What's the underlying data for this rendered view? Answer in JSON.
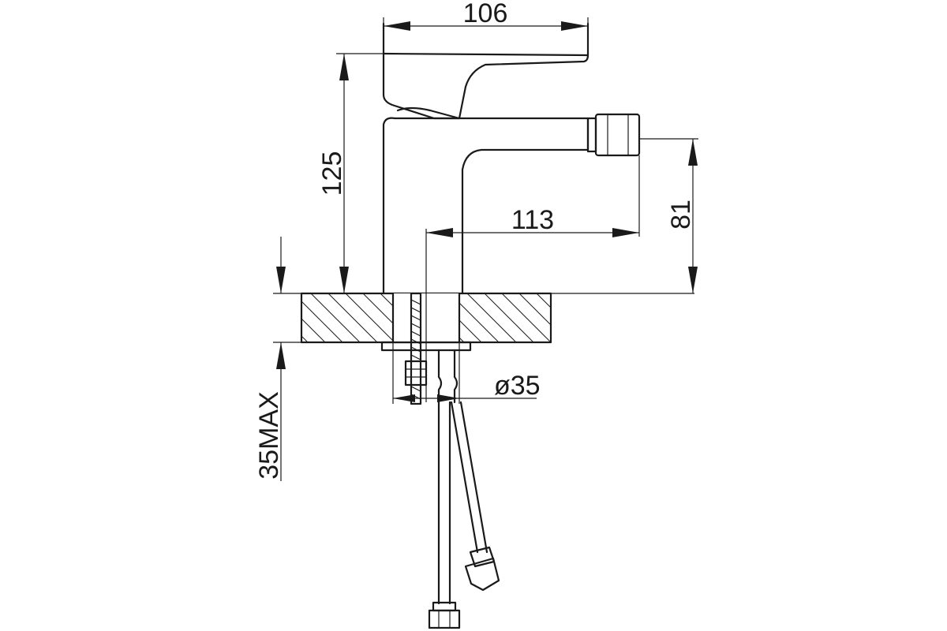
{
  "dimensions": {
    "top_width": "106",
    "total_height": "125",
    "spout_reach": "113",
    "spout_height": "81",
    "hole_diameter": "ø35",
    "max_deck_thickness": "35MAX"
  }
}
